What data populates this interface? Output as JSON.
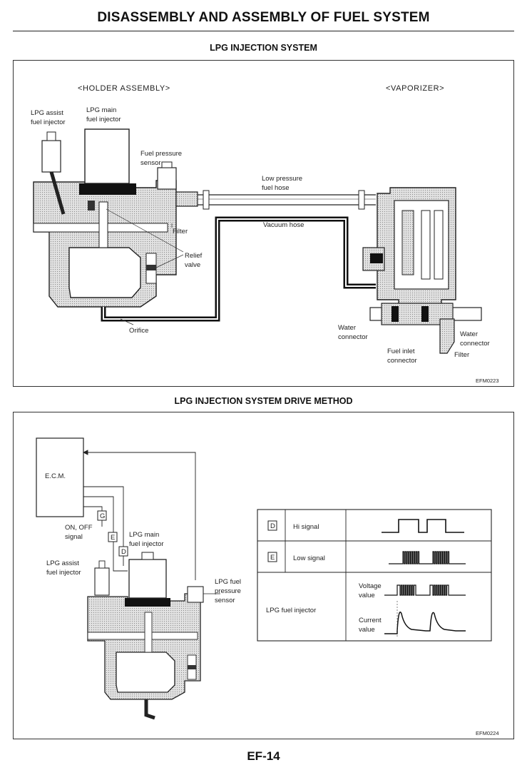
{
  "page": {
    "title": "DISASSEMBLY AND ASSEMBLY OF FUEL SYSTEM",
    "page_number": "EF-14"
  },
  "figure1": {
    "title": "LPG INJECTION SYSTEM",
    "headers": {
      "holder": "<HOLDER ASSEMBLY>",
      "vaporizer": "<VAPORIZER>"
    },
    "labels": {
      "assist_1": "LPG assist",
      "assist_2": "fuel injector",
      "main_1": "LPG main",
      "main_2": "fuel injector",
      "pressure_1": "Fuel pressure",
      "pressure_2": "sensor",
      "lowp_1": "Low pressure",
      "lowp_2": "fuel hose",
      "filter": "Filter",
      "vacuum": "Vacuum hose",
      "relief_1": "Relief",
      "relief_2": "valve",
      "orifice": "Orifice",
      "water_left_1": "Water",
      "water_left_2": "connector",
      "water_right_1": "Water",
      "water_right_2": "connector",
      "inlet_1": "Fuel inlet",
      "inlet_2": "connector",
      "filter2": "Filter"
    },
    "code": "EFM0223"
  },
  "figure2": {
    "title": "LPG INJECTION SYSTEM DRIVE METHOD",
    "labels": {
      "ecm": "E.C.M.",
      "onoff_1": "ON, OFF",
      "onoff_2": "signal",
      "g": "G",
      "e": "E",
      "d": "D",
      "main_1": "LPG main",
      "main_2": "fuel injector",
      "assist_1": "LPG assist",
      "assist_2": "fuel injector",
      "sensor_1": "LPG fuel",
      "sensor_2": "pressure",
      "sensor_3": "sensor"
    },
    "table": {
      "rows": [
        {
          "code": "D",
          "label": "Hi signal"
        },
        {
          "code": "E",
          "label": "Low signal"
        }
      ],
      "injector_label": "LPG fuel injector",
      "voltage_1": "Voltage",
      "voltage_2": "value",
      "current_1": "Current",
      "current_2": "value"
    },
    "code": "EFM0224"
  }
}
